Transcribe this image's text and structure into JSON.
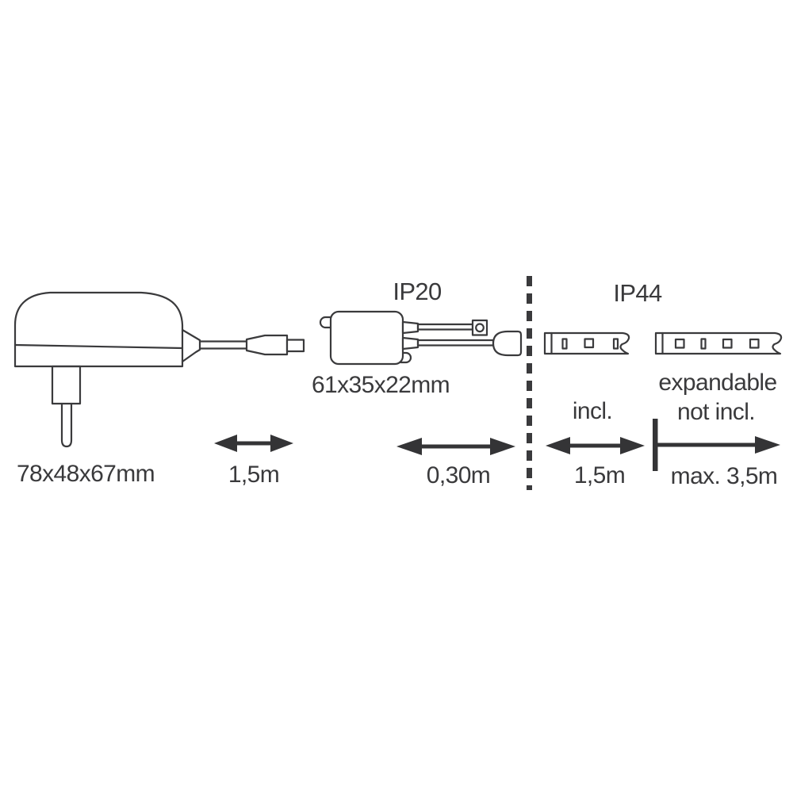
{
  "page": {
    "background_color": "#ffffff",
    "line_color": "#3a3a3c",
    "text_color": "#3a3a3c"
  },
  "diagram": {
    "power_adapter": {
      "dimensions": "78x48x67mm"
    },
    "cable_adapter_to_controller": {
      "length": "1,5m"
    },
    "controller": {
      "protection_rating": "IP20",
      "dimensions": "61x35x22mm"
    },
    "cable_controller_to_strip": {
      "length": "0,30m"
    },
    "led_strip_included": {
      "protection_rating": "IP44",
      "availability": "incl.",
      "length": "1,5m"
    },
    "led_strip_expansion": {
      "availability_line1": "expandable",
      "availability_line2": "not incl.",
      "length": "max. 3,5m"
    }
  }
}
